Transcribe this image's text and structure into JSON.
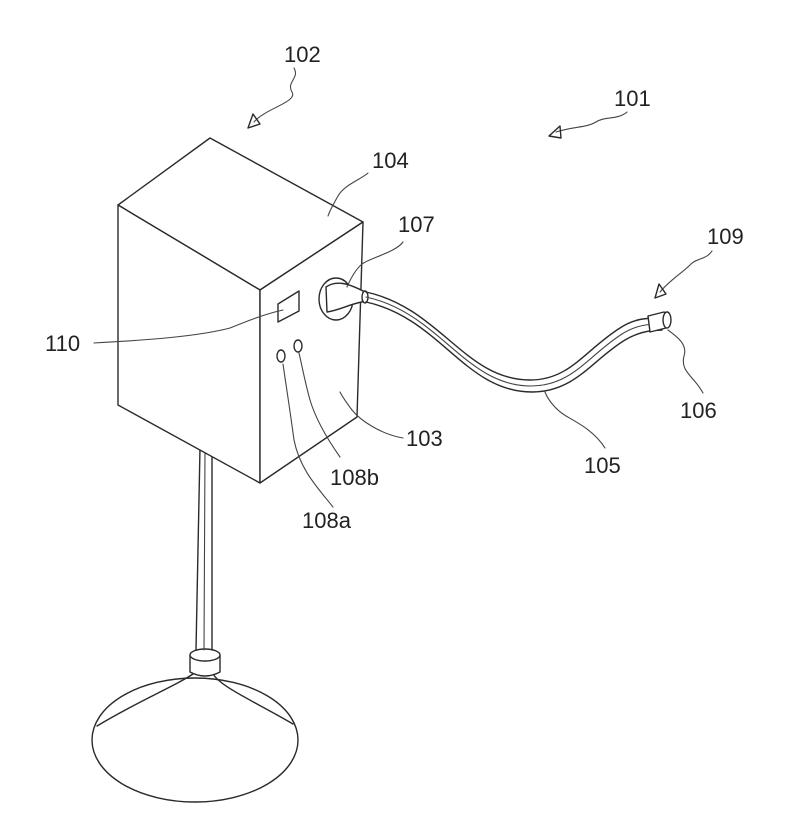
{
  "figure": {
    "labels": {
      "l101": "101",
      "l102": "102",
      "l103": "103",
      "l104": "104",
      "l105": "105",
      "l106": "106",
      "l107": "107",
      "l108a": "108a",
      "l108b": "108b",
      "l109": "109",
      "l110": "110"
    }
  }
}
